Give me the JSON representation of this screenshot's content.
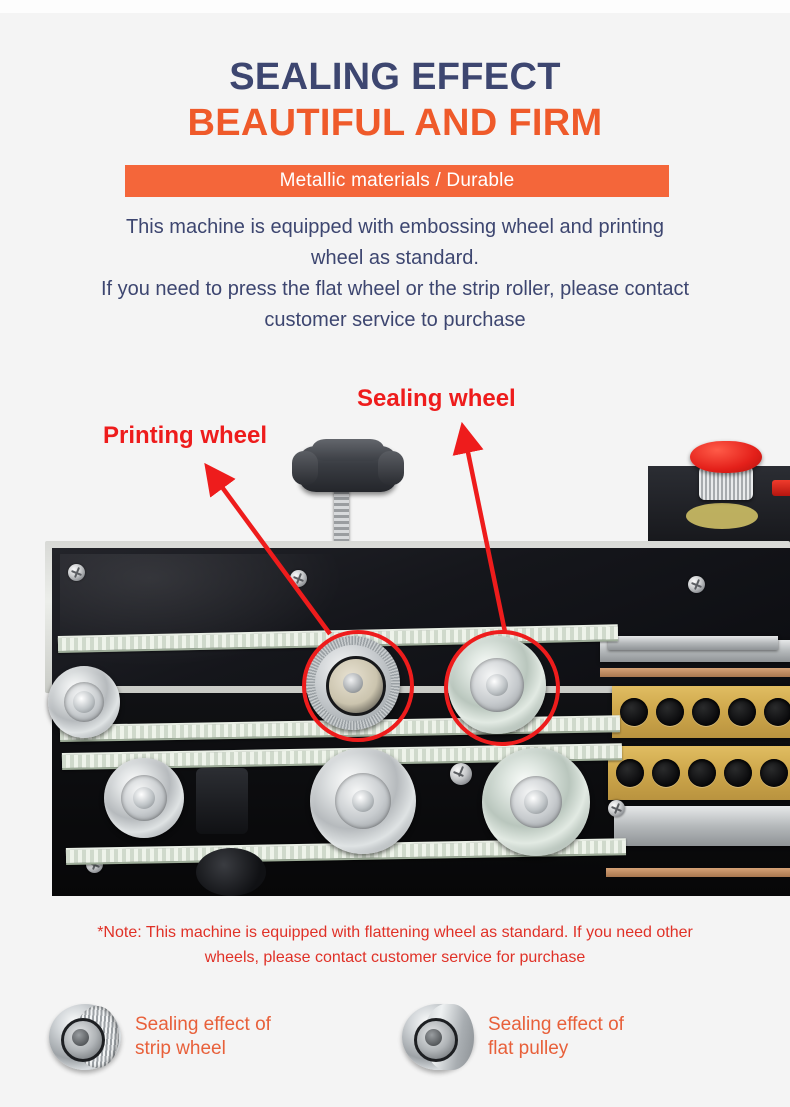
{
  "headline": {
    "line1": "SEALING EFFECT",
    "line2": "BEAUTIFUL AND FIRM",
    "banner": "Metallic materials / Durable",
    "navy_color": "#3d4670",
    "orange_color": "#ef5a2a",
    "banner_bg": "#f4663a"
  },
  "body": {
    "line1": "This machine is equipped with embossing wheel and printing",
    "line2": "wheel as standard.",
    "line3": "If you need to press the flat wheel or the strip roller, please contact",
    "line4": "customer service to purchase"
  },
  "photo": {
    "annotations": [
      {
        "label": "Printing wheel",
        "color": "#ee1c1c"
      },
      {
        "label": "Sealing wheel",
        "color": "#ee1c1c"
      }
    ],
    "parts": {
      "knob": "adjustment-knob",
      "emergency_stop": "emergency-stop-button",
      "heater": "gold-heating-block",
      "belts": "toothed-drive-belt"
    }
  },
  "note": {
    "line1": "*Note: This machine is equipped with flattening wheel as standard. If you need other",
    "line2": "wheels, please contact customer service for purchase",
    "color": "#e03127"
  },
  "thumbs": [
    {
      "caption_line1": "Sealing effect of",
      "caption_line2": "strip wheel",
      "icon": "strip-wheel-icon"
    },
    {
      "caption_line1": "Sealing effect of",
      "caption_line2": "flat pulley",
      "icon": "flat-pulley-icon"
    }
  ]
}
